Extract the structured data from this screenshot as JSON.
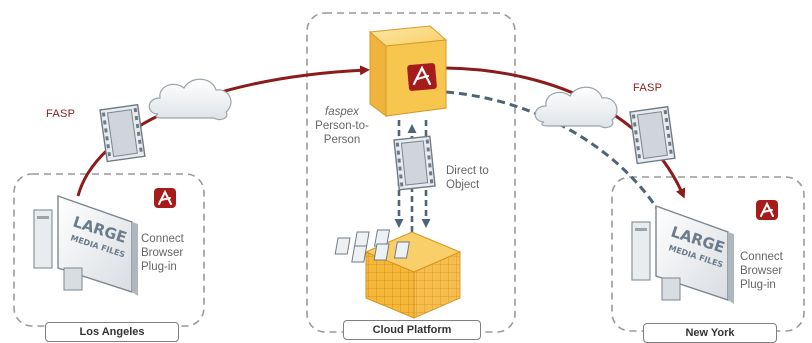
{
  "panels": {
    "left": {
      "tab": "Los Angeles",
      "caption": [
        "Connect",
        "Browser",
        "Plug-in"
      ]
    },
    "center": {
      "tab": "Cloud Platform",
      "faspex": [
        "faspex",
        "Person-to-",
        "Person"
      ],
      "direct": [
        "Direct to",
        "Object"
      ]
    },
    "right": {
      "tab": "New York",
      "caption": [
        "Connect",
        "Browser",
        "Plug-in"
      ]
    }
  },
  "links": {
    "left_label": "FASP",
    "right_label": "FASP"
  },
  "monitor_text": {
    "line1": "LARGE",
    "line2": "MEDIA FILES"
  },
  "colors": {
    "arrow": "#8c1c1c",
    "dashed_arrow": "#4e6478",
    "server": "#f6c24a",
    "storage": "#f5b83a",
    "logo": "#a61b1b"
  },
  "icons": [
    "aspera-logo-icon",
    "cloud-icon",
    "film-strip-icon",
    "server-icon",
    "storage-cube-icon",
    "computer-icon"
  ]
}
